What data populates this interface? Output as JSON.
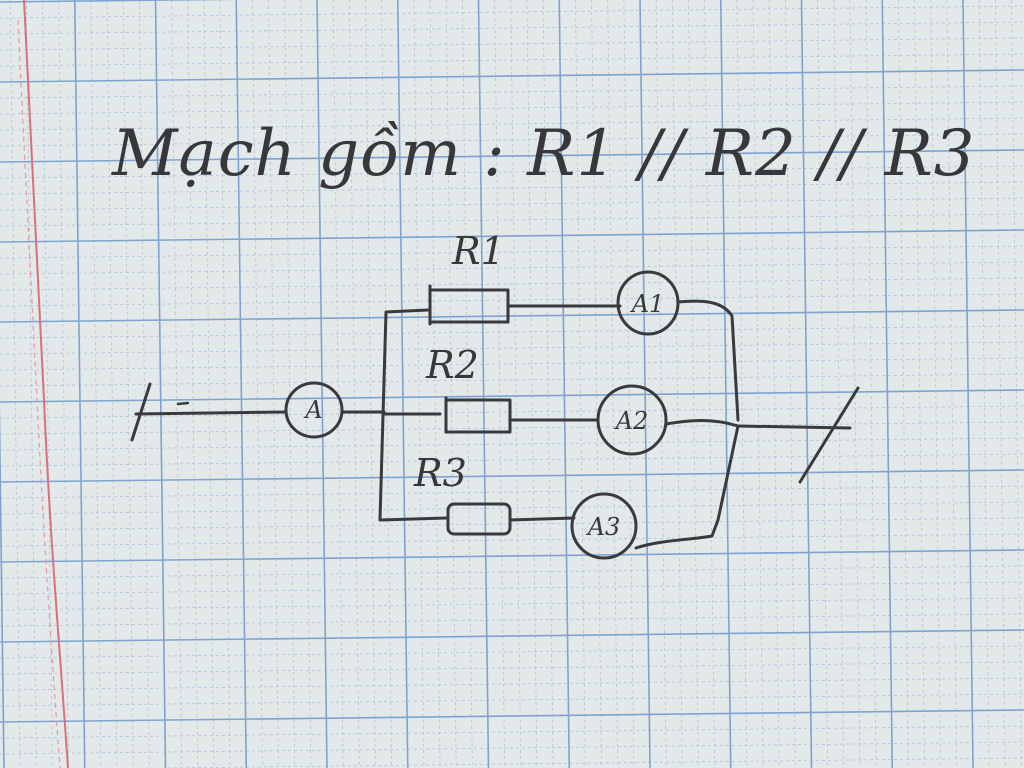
{
  "heading": "Mạch gồm :  R1 // R2 // R3",
  "resistors": [
    {
      "label": "R1"
    },
    {
      "label": "R2"
    },
    {
      "label": "R3"
    }
  ],
  "meters": {
    "main": "A",
    "branch": [
      "A1",
      "A2",
      "A3"
    ]
  },
  "colors": {
    "paper": "#e3e8e9",
    "grid": "#7fa3cf",
    "ink": "#3a3a3d",
    "margin_line": "#d9707a"
  }
}
